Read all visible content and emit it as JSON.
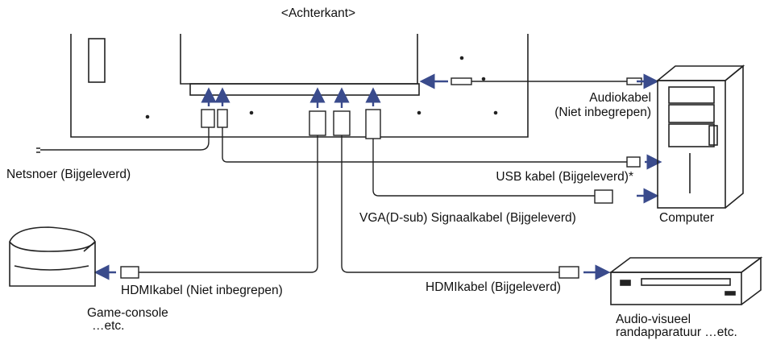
{
  "diagram": {
    "title": "<Achterkant>",
    "labels": {
      "audio_cable_line1": "Audiokabel",
      "audio_cable_line2": "(Niet inbegrepen)",
      "power_cord": "Netsnoer (Bijgeleverd)",
      "usb_cable": "USB kabel (Bijgeleverd)*",
      "vga_cable": "VGA(D-sub) Signaalkabel (Bijgeleverd)",
      "computer": "Computer",
      "hdmi_cable_left": "HDMIkabel (Niet inbegrepen)",
      "hdmi_cable_right": "HDMIkabel (Bijgeleverd)",
      "game_console_line1": "Game-console",
      "game_console_line2": "…etc.",
      "av_device_line1": "Audio-visueel",
      "av_device_line2": "randapparatuur …etc."
    },
    "colors": {
      "line": "#222222",
      "arrow": "#3a4b8c",
      "background": "#ffffff"
    }
  }
}
